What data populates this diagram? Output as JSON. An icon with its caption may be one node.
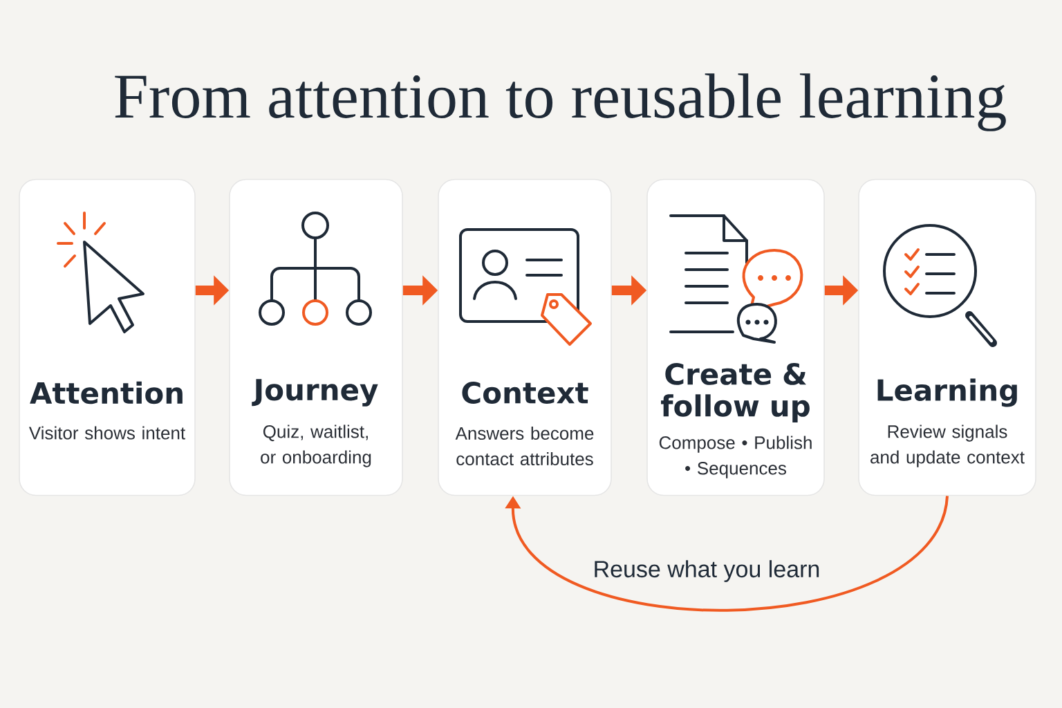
{
  "diagram": {
    "title": "From attention to reusable learning",
    "nodes": [
      {
        "text": [
          "Attention",
          "Visitor shows intent"
        ]
      },
      {
        "text": [
          "Journey",
          "Quiz, waitlist, or onboarding"
        ]
      },
      {
        "text": [
          "Context",
          "Answers become contact attributes"
        ]
      },
      {
        "text": [
          "Create & follow up",
          "Compose • Publish • Sequences"
        ]
      },
      {
        "text": [
          "Learning",
          "Review signals and update context"
        ]
      }
    ],
    "edges": [
      {
        "from": 0,
        "to": 1,
        "arrow": "to"
      },
      {
        "from": 1,
        "to": 2,
        "arrow": "to"
      },
      {
        "from": 2,
        "to": 3,
        "arrow": "to"
      },
      {
        "from": 3,
        "to": 4,
        "arrow": "to"
      },
      {
        "from": 4,
        "to": 2,
        "arrow": "to",
        "label": "Reuse what you learn"
      }
    ]
  }
}
